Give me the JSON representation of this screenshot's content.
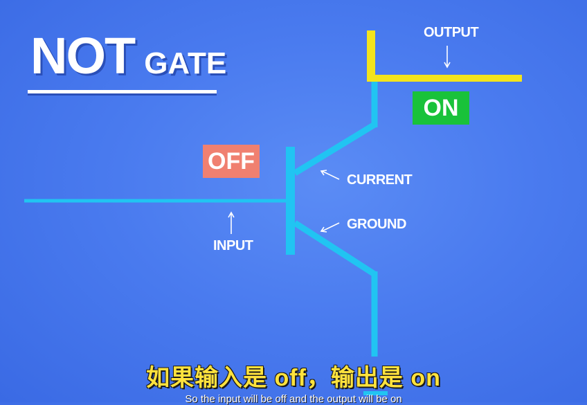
{
  "title": {
    "main": "NOT",
    "sub": "GATE"
  },
  "boxes": {
    "off": "OFF",
    "on": "ON"
  },
  "labels": {
    "output": "OUTPUT",
    "current": "CURRENT",
    "ground": "GROUND",
    "input": "INPUT"
  },
  "subtitles": {
    "chinese": "如果输入是 off，输出是 on",
    "english": "So the input will be off and the output will be on"
  },
  "colors": {
    "wire": "#21c4f2",
    "output_wire": "#f3e41c",
    "off_box": "#f08070",
    "on_box": "#19c23a",
    "background": "#4a7bef"
  }
}
